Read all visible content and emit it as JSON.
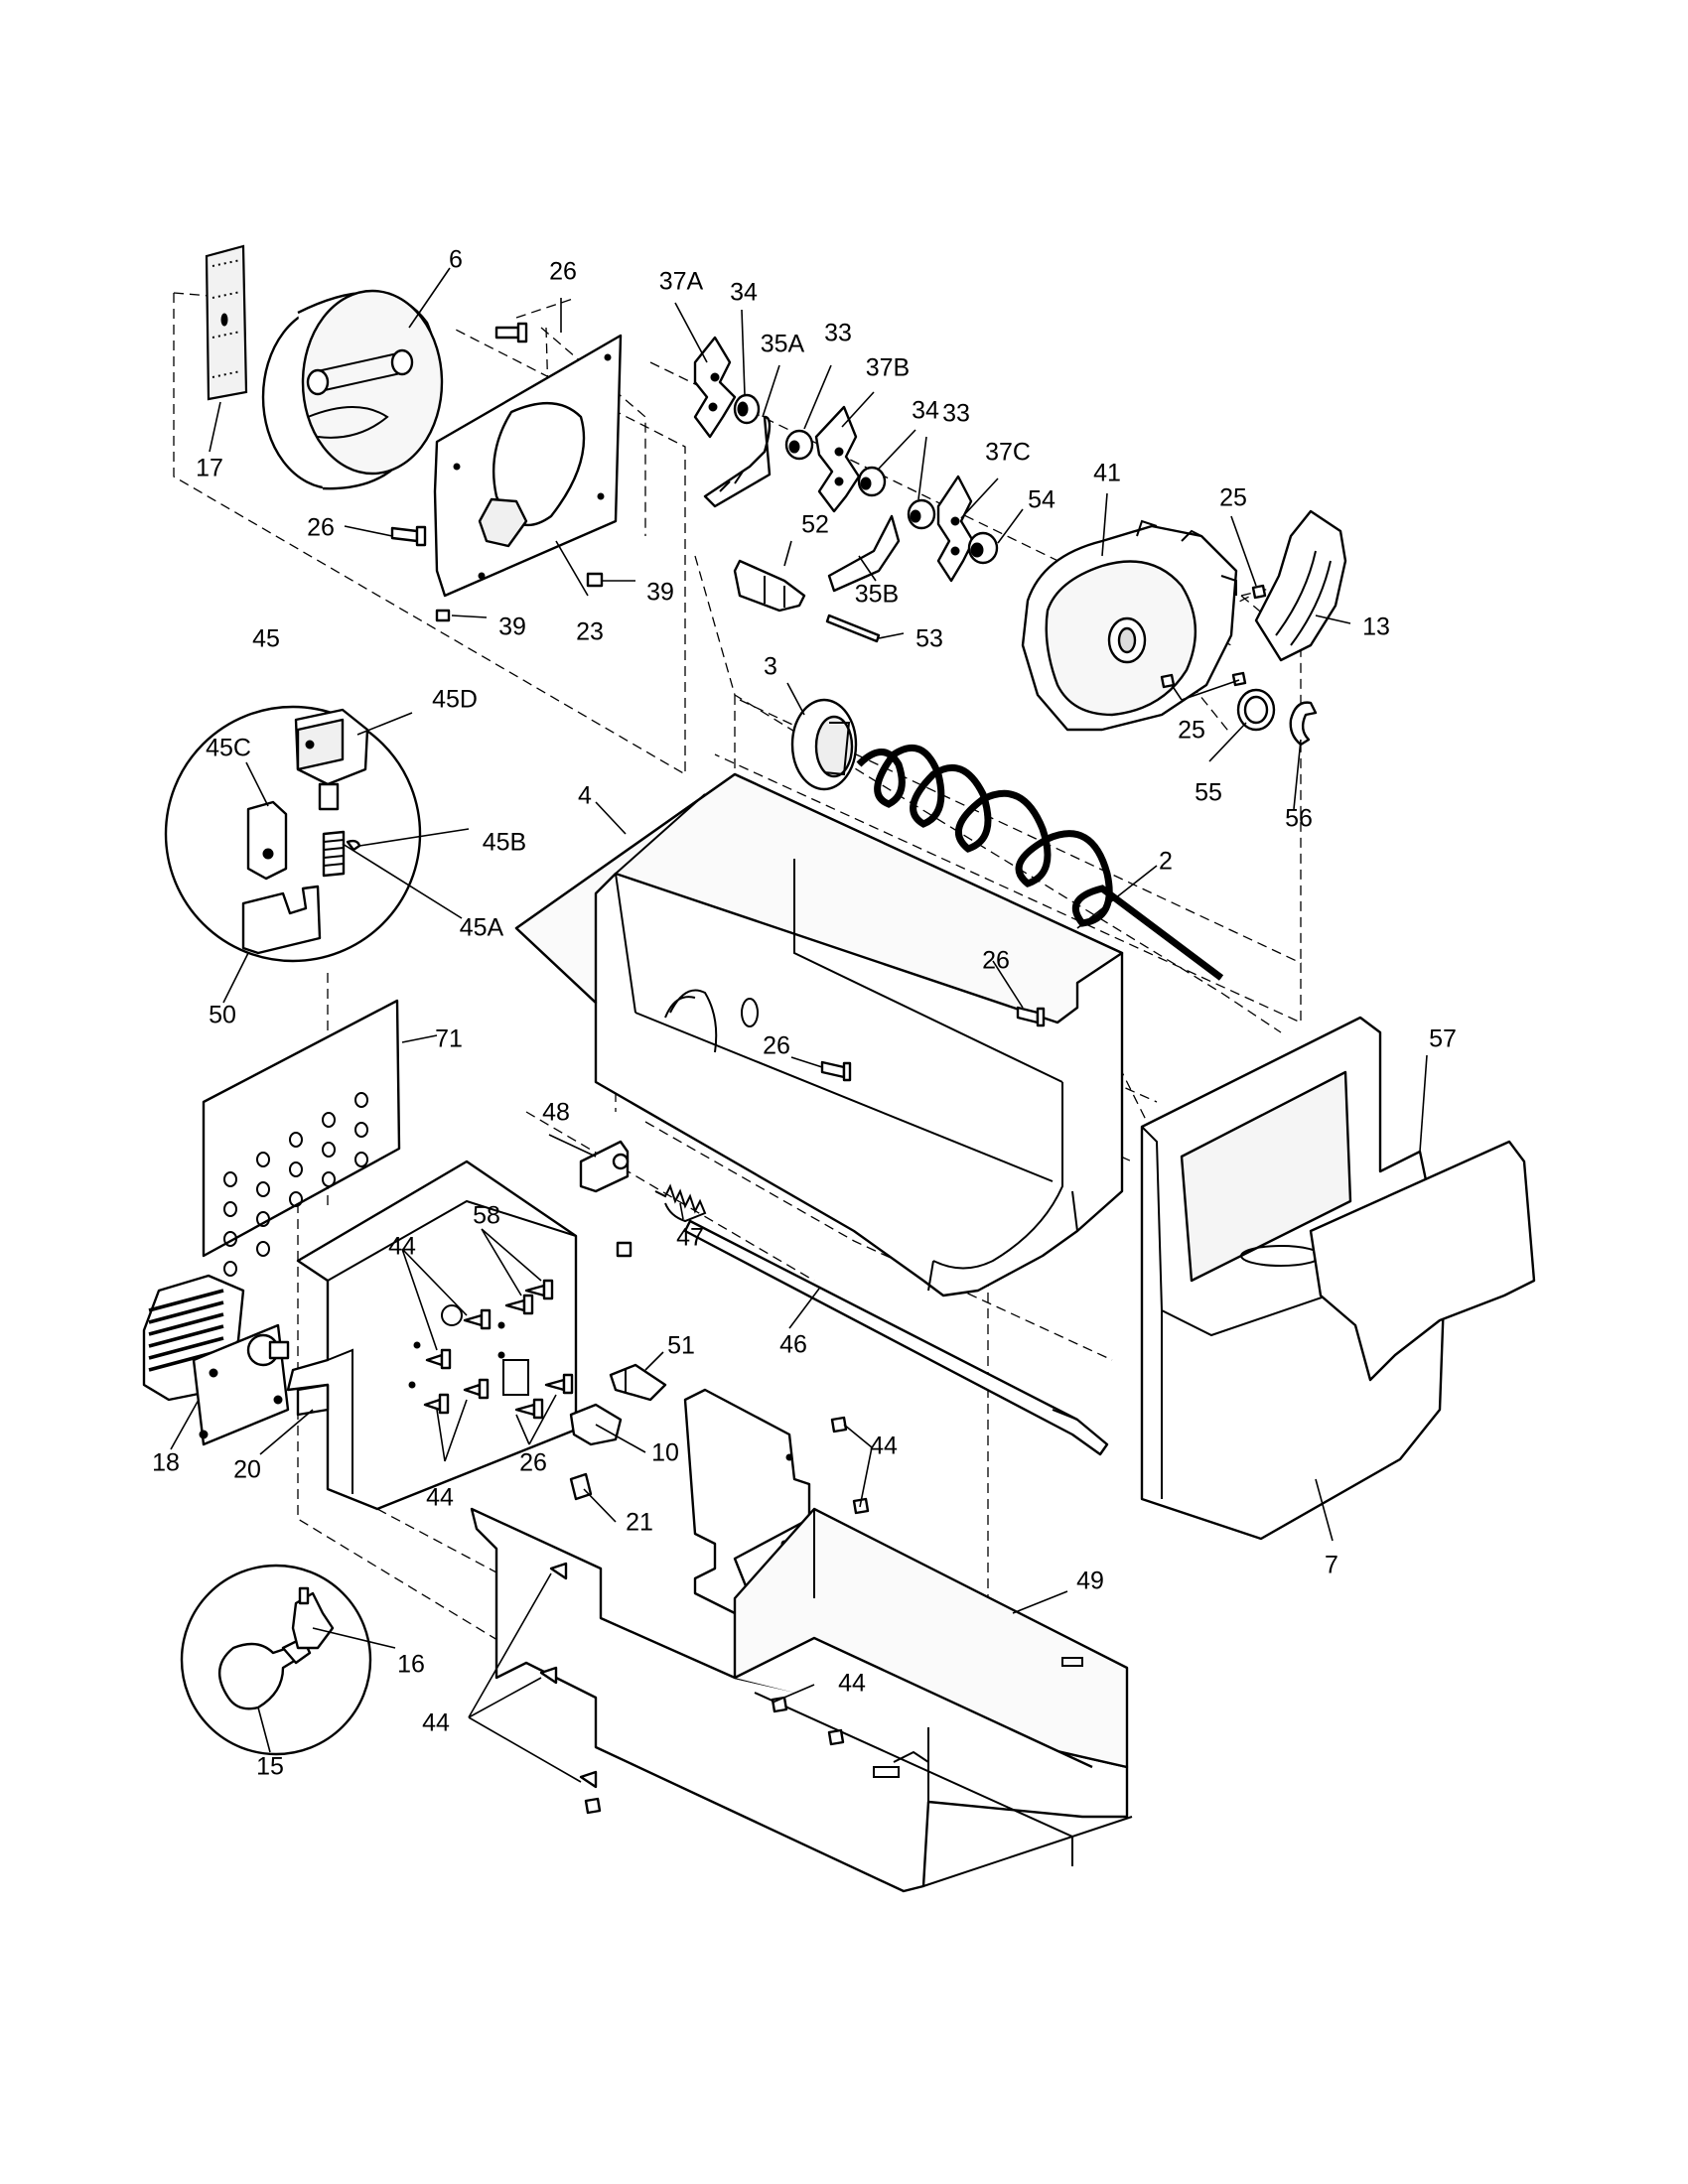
{
  "diagram": {
    "callouts": [
      {
        "id": "c6",
        "text": "6"
      },
      {
        "id": "c26a",
        "text": "26"
      },
      {
        "id": "c37A",
        "text": "37A"
      },
      {
        "id": "c34a",
        "text": "34"
      },
      {
        "id": "c35A",
        "text": "35A"
      },
      {
        "id": "c33a",
        "text": "33"
      },
      {
        "id": "c37B",
        "text": "37B"
      },
      {
        "id": "c34b",
        "text": "34"
      },
      {
        "id": "c33b",
        "text": "33"
      },
      {
        "id": "c37C",
        "text": "37C"
      },
      {
        "id": "c17",
        "text": "17"
      },
      {
        "id": "c26b",
        "text": "26"
      },
      {
        "id": "c23",
        "text": "23"
      },
      {
        "id": "c39a",
        "text": "39"
      },
      {
        "id": "c39b",
        "text": "39"
      },
      {
        "id": "c52",
        "text": "52"
      },
      {
        "id": "c35B",
        "text": "35B"
      },
      {
        "id": "c53",
        "text": "53"
      },
      {
        "id": "c54",
        "text": "54"
      },
      {
        "id": "c41",
        "text": "41"
      },
      {
        "id": "c25a",
        "text": "25"
      },
      {
        "id": "c13",
        "text": "13"
      },
      {
        "id": "c25b",
        "text": "25"
      },
      {
        "id": "c55",
        "text": "55"
      },
      {
        "id": "c56",
        "text": "56"
      },
      {
        "id": "c45",
        "text": "45"
      },
      {
        "id": "c45D",
        "text": "45D"
      },
      {
        "id": "c45C",
        "text": "45C"
      },
      {
        "id": "c45B",
        "text": "45B"
      },
      {
        "id": "c45A",
        "text": "45A"
      },
      {
        "id": "c50",
        "text": "50"
      },
      {
        "id": "c3",
        "text": "3"
      },
      {
        "id": "c4",
        "text": "4"
      },
      {
        "id": "c2",
        "text": "2"
      },
      {
        "id": "c26c",
        "text": "26"
      },
      {
        "id": "c26d",
        "text": "26"
      },
      {
        "id": "c71",
        "text": "71"
      },
      {
        "id": "c57",
        "text": "57"
      },
      {
        "id": "c48",
        "text": "48"
      },
      {
        "id": "c58",
        "text": "58"
      },
      {
        "id": "c44a",
        "text": "44"
      },
      {
        "id": "c47",
        "text": "47"
      },
      {
        "id": "c46",
        "text": "46"
      },
      {
        "id": "c51",
        "text": "51"
      },
      {
        "id": "c18",
        "text": "18"
      },
      {
        "id": "c20",
        "text": "20"
      },
      {
        "id": "c26e",
        "text": "26"
      },
      {
        "id": "c10",
        "text": "10"
      },
      {
        "id": "c44b",
        "text": "44"
      },
      {
        "id": "c44c",
        "text": "44"
      },
      {
        "id": "c21",
        "text": "21"
      },
      {
        "id": "c7",
        "text": "7"
      },
      {
        "id": "c49",
        "text": "49"
      },
      {
        "id": "c16",
        "text": "16"
      },
      {
        "id": "c44d",
        "text": "44"
      },
      {
        "id": "c44e",
        "text": "44"
      },
      {
        "id": "c15",
        "text": "15"
      }
    ]
  }
}
